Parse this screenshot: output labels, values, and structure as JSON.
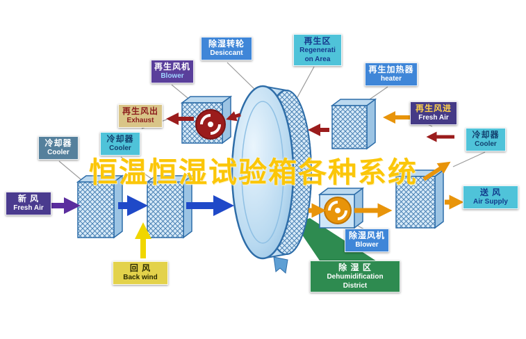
{
  "title": "恒温恒湿试验箱各种系统",
  "labels": {
    "cooler_top_left": {
      "zh": "冷却器",
      "en": "Cooler"
    },
    "regen_blower": {
      "zh": "再生风机",
      "en": "Blower"
    },
    "desiccant_wheel": {
      "zh": "除湿转轮",
      "en": "Desiccant"
    },
    "regen_area": {
      "zh": "再生区",
      "en_line1": "Regenerati",
      "en_line2": "on Area"
    },
    "regen_heater": {
      "zh": "再生加热器",
      "en": "heater"
    },
    "regen_exhaust": {
      "zh": "再生风出",
      "en": "Exhaust"
    },
    "cooler_left": {
      "zh": "冷却器",
      "en": "Cooler"
    },
    "regen_fresh_air": {
      "zh": "再生风进",
      "en": "Fresh Air"
    },
    "cooler_right": {
      "zh": "冷却器",
      "en": "Cooler"
    },
    "fresh_air": {
      "zh": "新  风",
      "en": "Fresh Air"
    },
    "air_supply": {
      "zh": "送  风",
      "en": "Air Supply"
    },
    "back_wind": {
      "zh": "回  风",
      "en": "Back wind"
    },
    "dehum_blower": {
      "zh": "除湿风机",
      "en": "Blower"
    },
    "dehum_district": {
      "zh": "除 湿 区",
      "en_line1": "Dehumidification",
      "en_line2": "District"
    }
  },
  "colors": {
    "title": "#fbc609",
    "arrow_blue": "#1f49c8",
    "arrow_orange": "#e8940a",
    "arrow_dark_red": "#9b1c1c",
    "arrow_yellow": "#f0d600",
    "arrow_purple": "#5b2d9e",
    "label_teal": "#4fc3d9",
    "label_blue": "#3f86d8",
    "label_purple": "#5a3f9b",
    "label_dark_purple": "#453a86",
    "label_green": "#2e8b50",
    "label_yellow": "#e3d24b",
    "label_khaki": "#d9c588",
    "wheel_blue": "#7fb3dc"
  }
}
